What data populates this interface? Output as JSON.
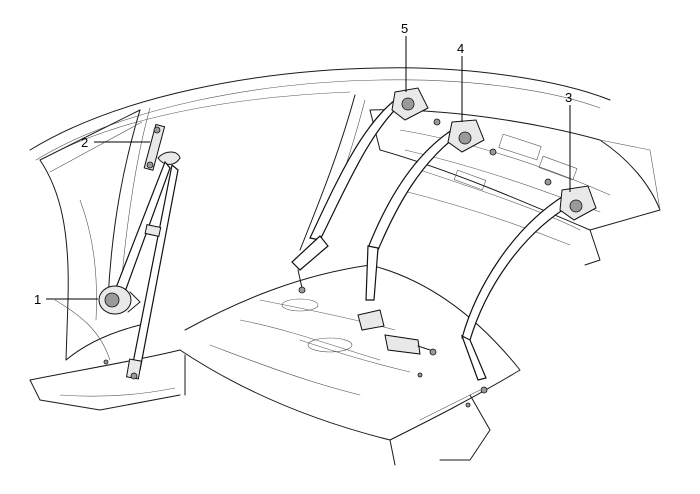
{
  "diagram": {
    "callouts": [
      {
        "id": "retractor-left",
        "label": "1"
      },
      {
        "id": "height-adjuster",
        "label": "2"
      },
      {
        "id": "retractor-right-rear",
        "label": "3"
      },
      {
        "id": "retractor-center-rear",
        "label": "4"
      },
      {
        "id": "retractor-left-rear",
        "label": "5"
      }
    ]
  }
}
